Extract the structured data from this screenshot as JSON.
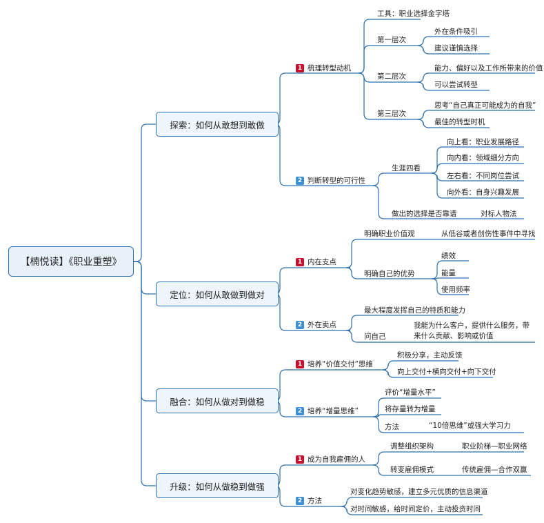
{
  "root": {
    "label": "【楠悦读】《职业重塑》"
  },
  "sections": [
    {
      "title": "探索：如何从敢想到敢做",
      "subs": [
        {
          "num": "1",
          "title": "梳理转型动机",
          "tool": "工具：职业选择金字塔",
          "levels": [
            {
              "label": "第一层次",
              "items": [
                "外在条件吸引",
                "建议谨慎选择"
              ]
            },
            {
              "label": "第二层次",
              "items": [
                "能力、偏好以及工作所带来的价值",
                "可以尝试转型"
              ]
            },
            {
              "label": "第三层次",
              "items": [
                "思考“自己真正可能成为的自我”",
                "最佳的转型时机"
              ]
            }
          ]
        },
        {
          "num": "2",
          "title": "判断转型的可行性",
          "look": {
            "label": "生涯四看",
            "items": [
              "向上看：职业发展路径",
              "向内看：领域细分方向",
              "左右看：不同岗位尝试",
              "向外看：自身兴趣发展"
            ]
          },
          "choice": {
            "label": "做出的选择是否靠谱",
            "item": "对标人物法"
          }
        }
      ]
    },
    {
      "title": "定位：如何从敢做到做对",
      "subs": [
        {
          "num": "1",
          "title": "内在支点",
          "values": {
            "label": "明确职业价值观",
            "item": "从低谷或者创伤性事件中寻找"
          },
          "strength": {
            "label": "明确自己的优势",
            "items": [
              "绩效",
              "能量",
              "使用频率"
            ]
          }
        },
        {
          "num": "2",
          "title": "外在卖点",
          "max": "最大程度发挥自己的特质和能力",
          "ask": {
            "label": "问自己",
            "item": "我能为什么客户，提供什么服务，带来什么贡献、影响或价值"
          }
        }
      ]
    },
    {
      "title": "融合：如何从做对到做稳",
      "subs": [
        {
          "num": "1",
          "title": "培养“价值交付”思维",
          "items": [
            "积极分享，主动反馈",
            "向上交付+横向交付+向下交付"
          ]
        },
        {
          "num": "2",
          "title": "培养“增量思维”",
          "items": [
            "评价“增量水平”",
            "将存量转为增量"
          ],
          "method": {
            "label": "方法",
            "item": "“10倍思维”或强大学习力"
          }
        }
      ]
    },
    {
      "title": "升级：如何从做稳到做强",
      "subs": [
        {
          "num": "1",
          "title": "成为自我雇佣的人",
          "rows": [
            {
              "label": "调整组织架构",
              "item": "职业阶梯—职业网络"
            },
            {
              "label": "转变雇佣模式",
              "item": "传统雇佣—合作双赢"
            }
          ]
        },
        {
          "num": "2",
          "title": "方法",
          "items": [
            "对变化趋势敏感，建立多元优质的信息渠道",
            "对时间敏感，给时间定价，主动投资时间"
          ]
        }
      ]
    }
  ],
  "colors": {
    "line": "#2c6fad",
    "badge1": "#c8102e",
    "badge2": "#3d8fd6"
  }
}
